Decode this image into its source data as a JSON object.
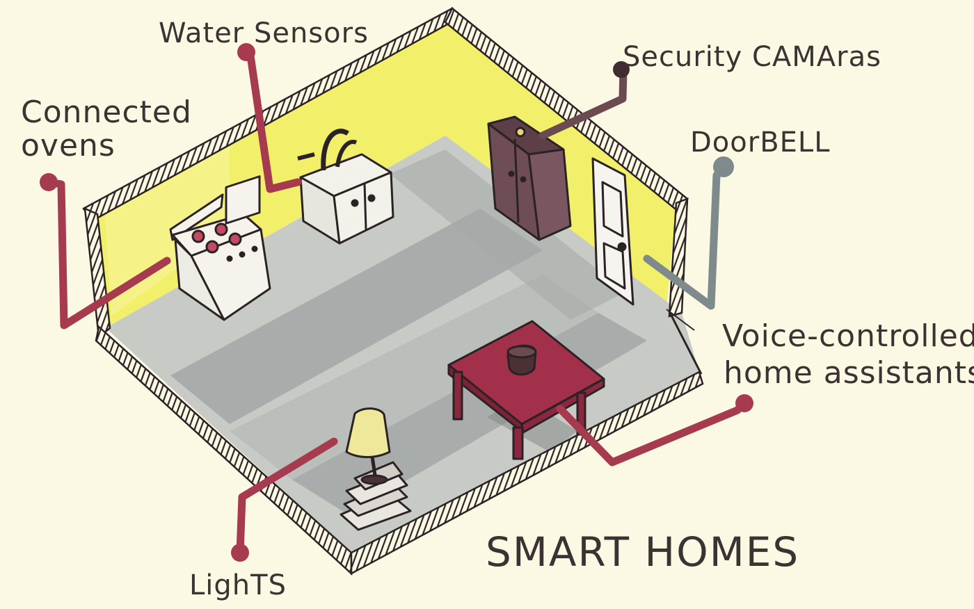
{
  "title": "SMART HOMES",
  "labels": {
    "water_sensors": "Water Sensors",
    "security_cameras": "Security CAMAras",
    "connected_ovens_line1": "Connected",
    "connected_ovens_line2": "ovens",
    "doorbell": "DoorBELL",
    "voice_line1": "Voice-controlled",
    "voice_line2": "home assistants",
    "lights": "LighTS"
  },
  "colors": {
    "paper": "#fbf8e4",
    "wall": "#f2ef6a",
    "floor": "#c5c7c4",
    "floor_shadow": "#8f9593",
    "ink": "#2a2224",
    "leader_red": "#a63a4e",
    "leader_gray": "#7e8a8c",
    "cabinet": "#6b4a52",
    "table": "#9c2f48",
    "lamp_shade": "#efe79a"
  }
}
